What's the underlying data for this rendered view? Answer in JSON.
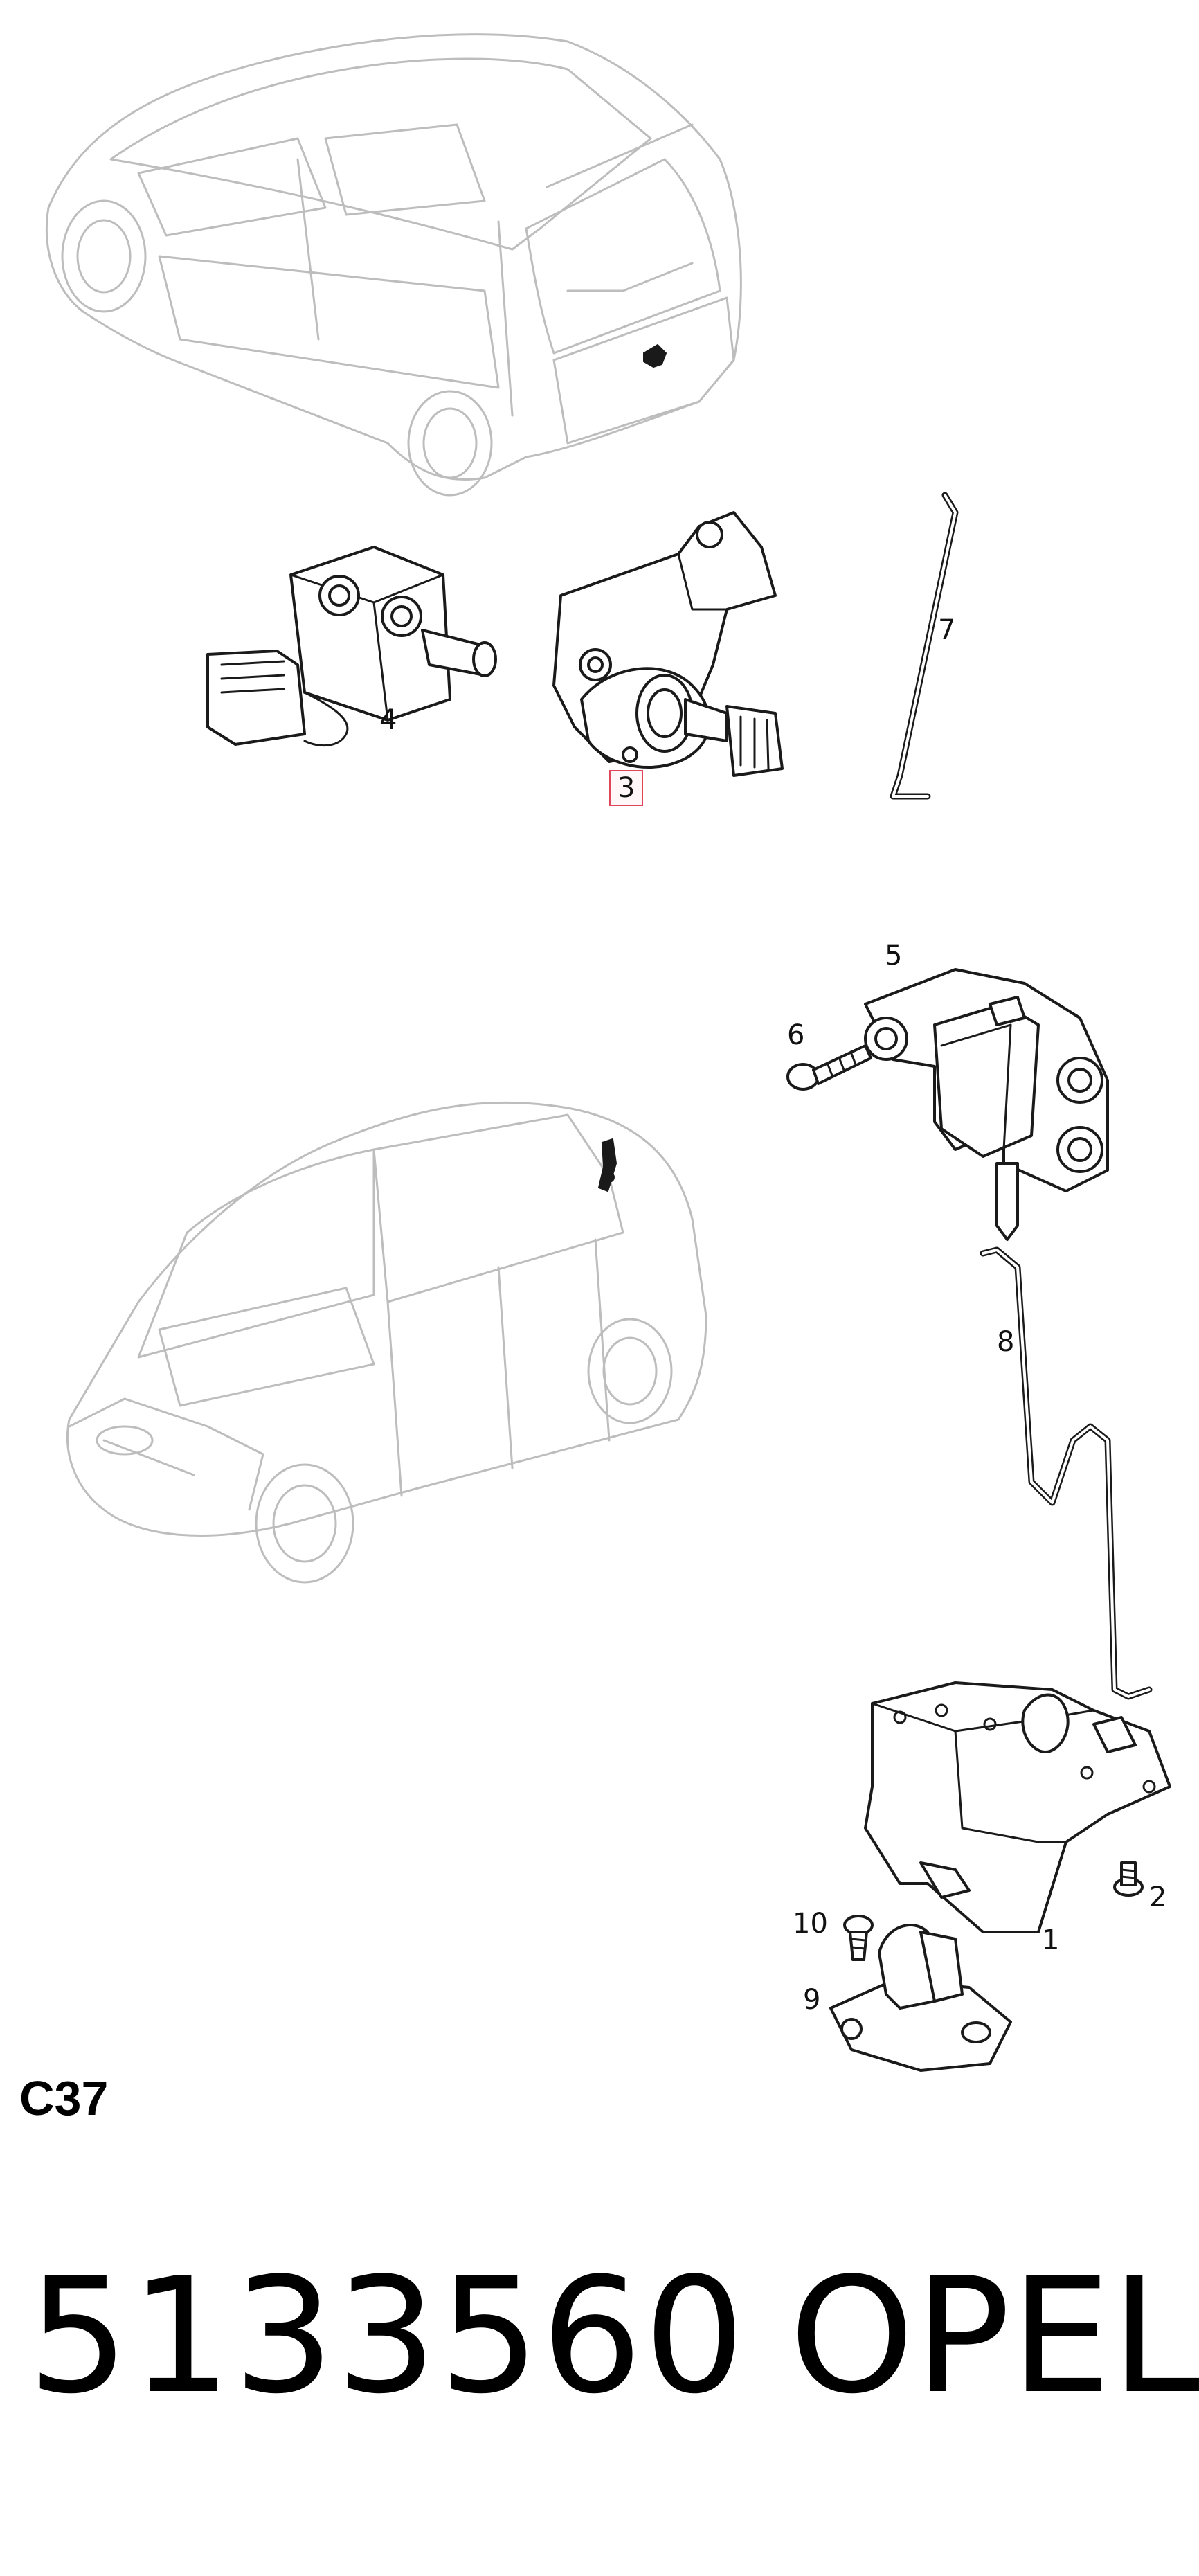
{
  "callouts": {
    "c1": "1",
    "c2": "2",
    "c3": "3",
    "c4": "4",
    "c5": "5",
    "c6": "6",
    "c7": "7",
    "c8": "8",
    "c9": "9",
    "c10": "10"
  },
  "highlighted_callout": "3",
  "highlight_color": "#e0455a",
  "section_code": "C37",
  "part_number": "5133560",
  "brand": "OPEL"
}
